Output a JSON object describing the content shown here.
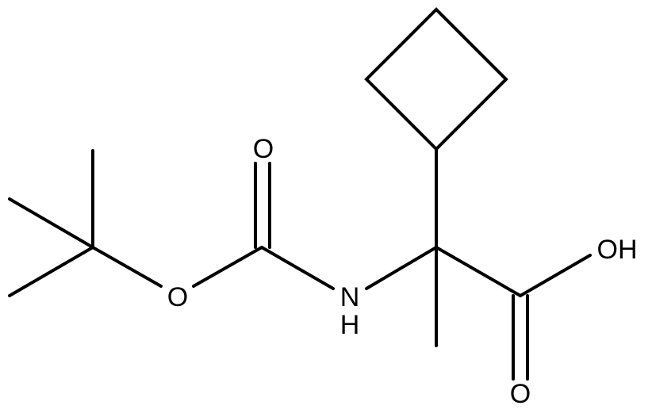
{
  "molecule": {
    "labels": {
      "carbonyl_oxygen_top": "O",
      "ester_oxygen": "O",
      "amine_nitrogen": "N",
      "amine_hydrogen": "H",
      "hydroxyl": "OH",
      "carbonyl_oxygen_bottom": "O"
    }
  }
}
